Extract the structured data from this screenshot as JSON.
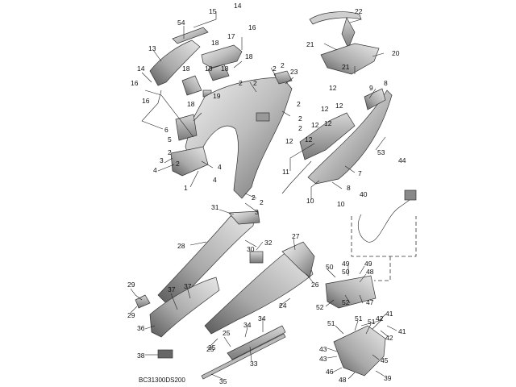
{
  "diagram_code": "BC31300DS200",
  "callouts": [
    {
      "id": "c54",
      "text": "54"
    },
    {
      "id": "c15",
      "text": "15"
    },
    {
      "id": "c14a",
      "text": "14"
    },
    {
      "id": "c22",
      "text": "22"
    },
    {
      "id": "c21a",
      "text": "21"
    },
    {
      "id": "c20",
      "text": "20"
    },
    {
      "id": "c21b",
      "text": "21"
    },
    {
      "id": "c13",
      "text": "13"
    },
    {
      "id": "c18a",
      "text": "18"
    },
    {
      "id": "c17",
      "text": "17"
    },
    {
      "id": "c16a",
      "text": "16"
    },
    {
      "id": "c18b",
      "text": "18"
    },
    {
      "id": "c18c",
      "text": "18"
    },
    {
      "id": "c18d",
      "text": "18"
    },
    {
      "id": "c14b",
      "text": "14"
    },
    {
      "id": "c16b",
      "text": "16"
    },
    {
      "id": "c16c",
      "text": "16"
    },
    {
      "id": "c18e",
      "text": "18"
    },
    {
      "id": "c19",
      "text": "19"
    },
    {
      "id": "c18f",
      "text": "18"
    },
    {
      "id": "c2a",
      "text": "2"
    },
    {
      "id": "c2b",
      "text": "2"
    },
    {
      "id": "c23",
      "text": "23"
    },
    {
      "id": "c2c",
      "text": "2"
    },
    {
      "id": "c2d",
      "text": "2"
    },
    {
      "id": "c2e",
      "text": "2"
    },
    {
      "id": "c12a",
      "text": "12"
    },
    {
      "id": "c9",
      "text": "9"
    },
    {
      "id": "c8a",
      "text": "8"
    },
    {
      "id": "c12b",
      "text": "12"
    },
    {
      "id": "c12c",
      "text": "12"
    },
    {
      "id": "c12d",
      "text": "12"
    },
    {
      "id": "c2f",
      "text": "2"
    },
    {
      "id": "c2g",
      "text": "2"
    },
    {
      "id": "c12e",
      "text": "12"
    },
    {
      "id": "c12f",
      "text": "12"
    },
    {
      "id": "c6",
      "text": "6"
    },
    {
      "id": "c5",
      "text": "5"
    },
    {
      "id": "c12g",
      "text": "12"
    },
    {
      "id": "c2h",
      "text": "2"
    },
    {
      "id": "c53",
      "text": "53"
    },
    {
      "id": "c2i",
      "text": "2"
    },
    {
      "id": "c3a",
      "text": "3"
    },
    {
      "id": "c4a",
      "text": "4"
    },
    {
      "id": "c4b",
      "text": "4"
    },
    {
      "id": "c4c",
      "text": "4"
    },
    {
      "id": "c11",
      "text": "11"
    },
    {
      "id": "c7",
      "text": "7"
    },
    {
      "id": "c1",
      "text": "1"
    },
    {
      "id": "c44",
      "text": "44"
    },
    {
      "id": "c8b",
      "text": "8"
    },
    {
      "id": "c10a",
      "text": "10"
    },
    {
      "id": "c2j",
      "text": "2"
    },
    {
      "id": "c2k",
      "text": "2"
    },
    {
      "id": "c3b",
      "text": "3"
    },
    {
      "id": "c10b",
      "text": "10"
    },
    {
      "id": "c40",
      "text": "40"
    },
    {
      "id": "c31",
      "text": "31"
    },
    {
      "id": "c27",
      "text": "27"
    },
    {
      "id": "c32",
      "text": "32"
    },
    {
      "id": "c28",
      "text": "28"
    },
    {
      "id": "c30",
      "text": "30"
    },
    {
      "id": "c50a",
      "text": "50"
    },
    {
      "id": "c49a",
      "text": "49"
    },
    {
      "id": "c49b",
      "text": "49"
    },
    {
      "id": "c50b",
      "text": "50"
    },
    {
      "id": "c48a",
      "text": "48"
    },
    {
      "id": "c26",
      "text": "26"
    },
    {
      "id": "c29a",
      "text": "29"
    },
    {
      "id": "c37a",
      "text": "37"
    },
    {
      "id": "c37b",
      "text": "37"
    },
    {
      "id": "c52a",
      "text": "52"
    },
    {
      "id": "c52b",
      "text": "52"
    },
    {
      "id": "c47",
      "text": "47"
    },
    {
      "id": "c29b",
      "text": "29"
    },
    {
      "id": "c24",
      "text": "24"
    },
    {
      "id": "c41a",
      "text": "41"
    },
    {
      "id": "c42a",
      "text": "42"
    },
    {
      "id": "c36",
      "text": "36"
    },
    {
      "id": "c34a",
      "text": "34"
    },
    {
      "id": "c34b",
      "text": "34"
    },
    {
      "id": "c51a",
      "text": "51"
    },
    {
      "id": "c51b",
      "text": "51"
    },
    {
      "id": "c51c",
      "text": "51"
    },
    {
      "id": "c41b",
      "text": "41"
    },
    {
      "id": "c42b",
      "text": "42"
    },
    {
      "id": "c25a",
      "text": "25"
    },
    {
      "id": "c35a",
      "text": "35"
    },
    {
      "id": "c25b",
      "text": "25"
    },
    {
      "id": "c33",
      "text": "33"
    },
    {
      "id": "c43a",
      "text": "43"
    },
    {
      "id": "c43b",
      "text": "43"
    },
    {
      "id": "c38",
      "text": "38"
    },
    {
      "id": "c46",
      "text": "46"
    },
    {
      "id": "c45",
      "text": "45"
    },
    {
      "id": "c48b",
      "text": "48"
    },
    {
      "id": "c39",
      "text": "39"
    },
    {
      "id": "c35b",
      "text": "35"
    }
  ]
}
